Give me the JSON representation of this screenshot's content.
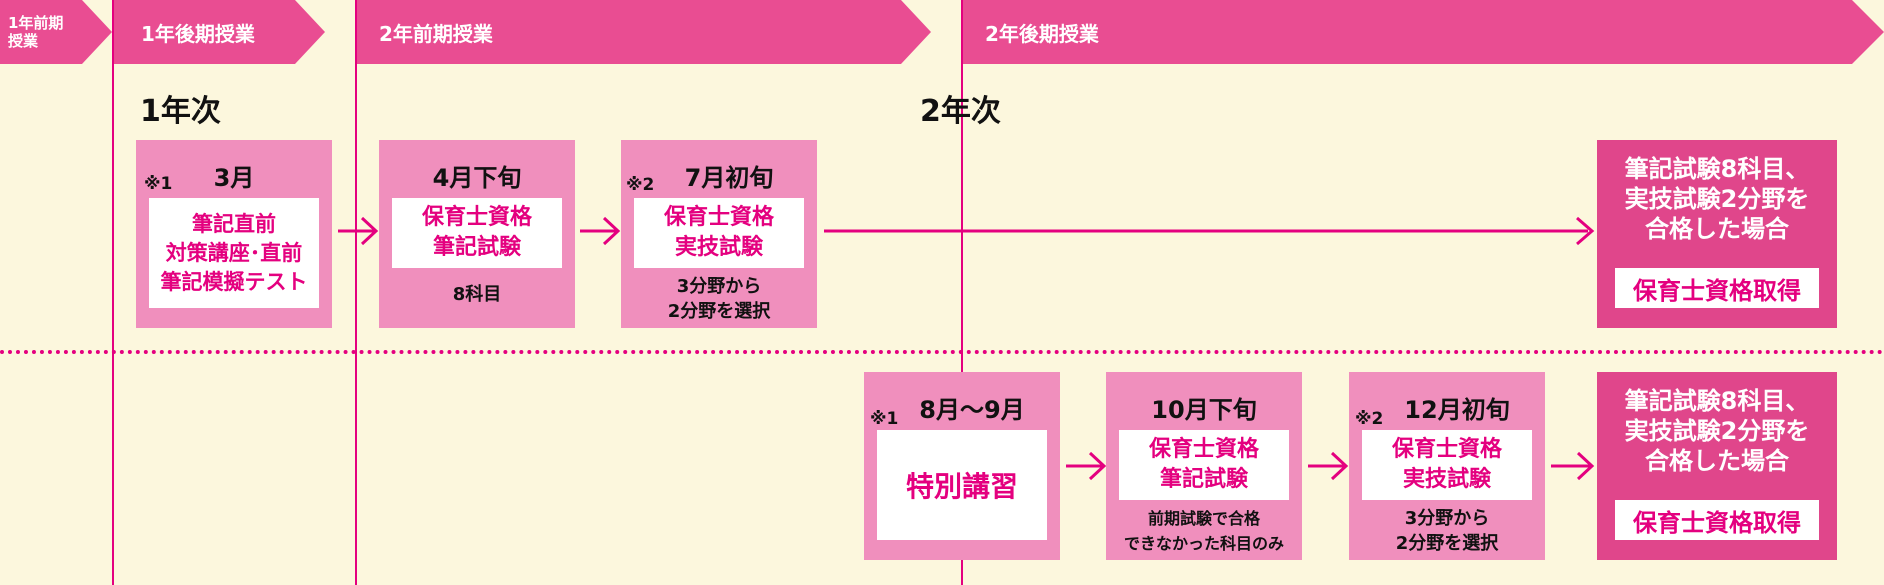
{
  "timeline": {
    "terms": [
      {
        "label": "1年前期\n授業"
      },
      {
        "label": "1年後期授業"
      },
      {
        "label": "2年前期授業"
      },
      {
        "label": "2年後期授業"
      }
    ],
    "years": [
      "1年次",
      "2年次"
    ]
  },
  "top_row": {
    "steps": [
      {
        "note": "※1",
        "heading": "3月",
        "box_lines": [
          "筆記直前",
          "対策講座･直前",
          "筆記模擬テスト"
        ],
        "sub": ""
      },
      {
        "note": "",
        "heading": "4月下旬",
        "box_lines": [
          "保育士資格",
          "筆記試験"
        ],
        "sub": "8科目"
      },
      {
        "note": "※2",
        "heading": "7月初旬",
        "box_lines": [
          "保育士資格",
          "実技試験"
        ],
        "sub": "3分野から\n2分野を選択"
      }
    ],
    "final": {
      "text_lines": [
        "筆記試験8科目、",
        "実技試験2分野を",
        "合格した場合"
      ],
      "badge": "保育士資格取得"
    }
  },
  "bottom_row": {
    "steps": [
      {
        "note": "※1",
        "heading": "8月～9月",
        "box_lines": [
          "特別講習"
        ],
        "sub": ""
      },
      {
        "note": "",
        "heading": "10月下旬",
        "box_lines": [
          "保育士資格",
          "筆記試験"
        ],
        "sub": "前期試験で合格\nできなかった科目のみ"
      },
      {
        "note": "※2",
        "heading": "12月初旬",
        "box_lines": [
          "保育士資格",
          "実技試験"
        ],
        "sub": "3分野から\n2分野を選択"
      }
    ],
    "final": {
      "text_lines": [
        "筆記試験8科目、",
        "実技試験2分野を",
        "合格した場合"
      ],
      "badge": "保育士資格取得"
    }
  },
  "colors": {
    "magenta": "#e4007f",
    "pink_box": "#f08fbd",
    "arrow_pink": "#e94d92",
    "background": "#fcf7dd"
  }
}
